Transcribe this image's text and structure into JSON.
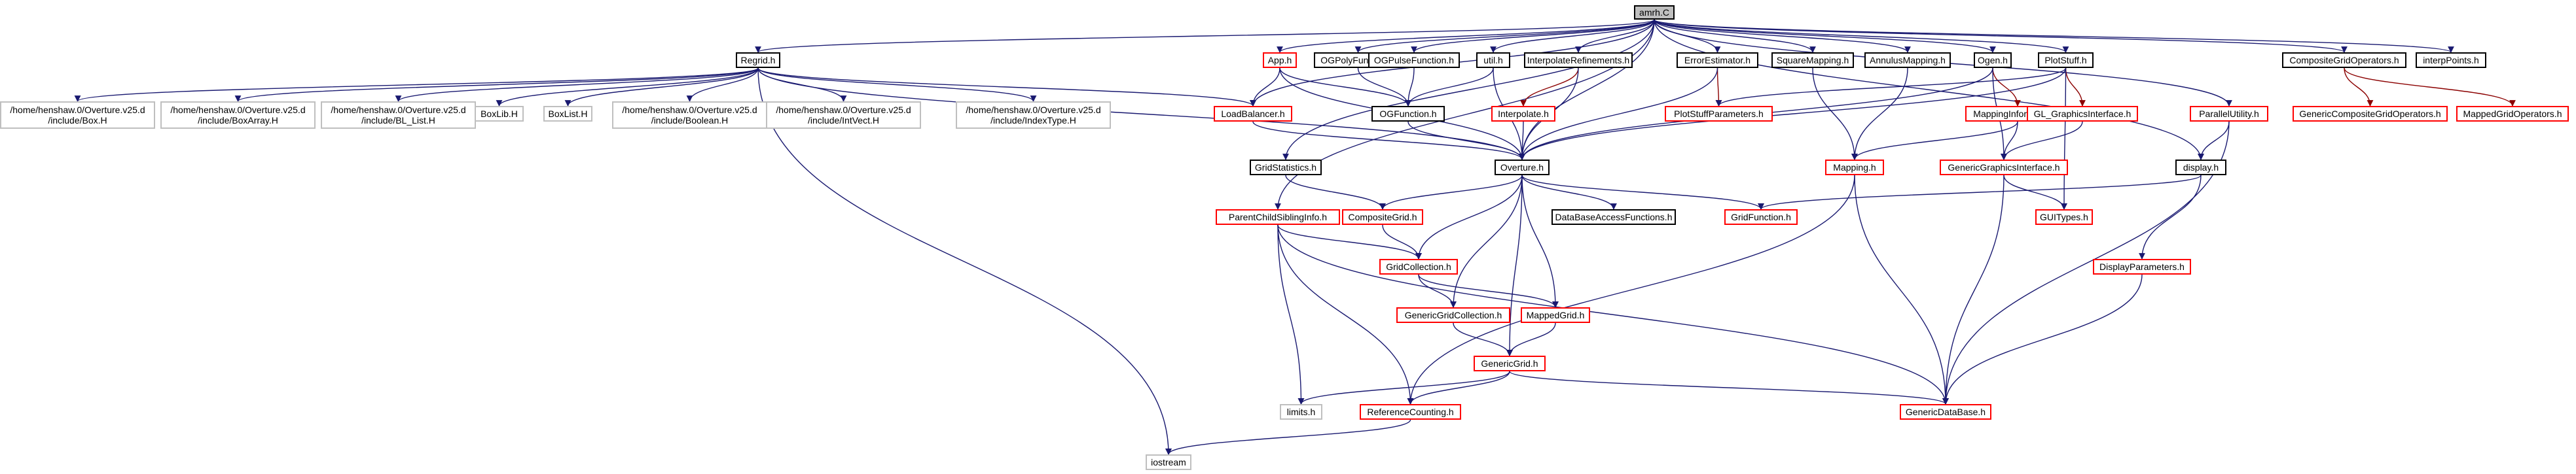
{
  "colors": {
    "edge": "#191970",
    "edge_red": "#8b0000",
    "border_red": "#ff0000",
    "border_gray": "#bfbfbf",
    "root_fill": "#bfbfbf"
  },
  "nodes": [
    {
      "id": "amrh",
      "label": "amrh.C",
      "style": "root"
    },
    {
      "id": "regrid",
      "label": "Regrid.h",
      "style": "black"
    },
    {
      "id": "app",
      "label": "App.h",
      "style": "red"
    },
    {
      "id": "ogpoly",
      "label": "OGPolyFunction.h",
      "style": "black"
    },
    {
      "id": "ogpulse",
      "label": "OGPulseFunction.h",
      "style": "black"
    },
    {
      "id": "util",
      "label": "util.h",
      "style": "black"
    },
    {
      "id": "interpref",
      "label": "InterpolateRefinements.h",
      "style": "black"
    },
    {
      "id": "errest",
      "label": "ErrorEstimator.h",
      "style": "black"
    },
    {
      "id": "squaremap",
      "label": "SquareMapping.h",
      "style": "black"
    },
    {
      "id": "annulus",
      "label": "AnnulusMapping.h",
      "style": "black"
    },
    {
      "id": "ogen",
      "label": "Ogen.h",
      "style": "black"
    },
    {
      "id": "plotstuff",
      "label": "PlotStuff.h",
      "style": "black"
    },
    {
      "id": "compgridops",
      "label": "CompositeGridOperators.h",
      "style": "black"
    },
    {
      "id": "interppoints",
      "label": "interpPoints.h",
      "style": "black"
    },
    {
      "id": "box",
      "label": "/home/henshaw.0/Overture.v25.d\n/include/Box.H",
      "style": "gray"
    },
    {
      "id": "boxarray",
      "label": "/home/henshaw.0/Overture.v25.d\n/include/BoxArray.H",
      "style": "gray"
    },
    {
      "id": "bllist",
      "label": "/home/henshaw.0/Overture.v25.d\n/include/BL_List.H",
      "style": "gray"
    },
    {
      "id": "boxlib",
      "label": "BoxLib.H",
      "style": "gray"
    },
    {
      "id": "boxlist",
      "label": "BoxList.H",
      "style": "gray"
    },
    {
      "id": "boolean",
      "label": "/home/henshaw.0/Overture.v25.d\n/include/Boolean.H",
      "style": "gray"
    },
    {
      "id": "intvect",
      "label": "/home/henshaw.0/Overture.v25.d\n/include/IntVect.H",
      "style": "gray"
    },
    {
      "id": "indextype",
      "label": "/home/henshaw.0/Overture.v25.d\n/include/IndexType.H",
      "style": "gray"
    },
    {
      "id": "loadbal",
      "label": "LoadBalancer.h",
      "style": "red"
    },
    {
      "id": "ogfunc",
      "label": "OGFunction.h",
      "style": "black"
    },
    {
      "id": "interpolate",
      "label": "Interpolate.h",
      "style": "red"
    },
    {
      "id": "plotparams",
      "label": "PlotStuffParameters.h",
      "style": "red"
    },
    {
      "id": "mapinfo",
      "label": "MappingInformation.h",
      "style": "red"
    },
    {
      "id": "glgi",
      "label": "GL_GraphicsInterface.h",
      "style": "red"
    },
    {
      "id": "parutil",
      "label": "ParallelUtility.h",
      "style": "red"
    },
    {
      "id": "gencompops",
      "label": "GenericCompositeGridOperators.h",
      "style": "red"
    },
    {
      "id": "mappedops",
      "label": "MappedGridOperators.h",
      "style": "red"
    },
    {
      "id": "overture",
      "label": "Overture.h",
      "style": "black"
    },
    {
      "id": "gridstats",
      "label": "GridStatistics.h",
      "style": "black"
    },
    {
      "id": "display",
      "label": "display.h",
      "style": "black"
    },
    {
      "id": "mapping",
      "label": "Mapping.h",
      "style": "red"
    },
    {
      "id": "gengi",
      "label": "GenericGraphicsInterface.h",
      "style": "red"
    },
    {
      "id": "pcsi",
      "label": "ParentChildSiblingInfo.h",
      "style": "red"
    },
    {
      "id": "compgrid",
      "label": "CompositeGrid.h",
      "style": "red"
    },
    {
      "id": "dbaccess",
      "label": "DataBaseAccessFunctions.h",
      "style": "black"
    },
    {
      "id": "gridfunc",
      "label": "GridFunction.h",
      "style": "red"
    },
    {
      "id": "guitypes",
      "label": "GUITypes.h",
      "style": "red"
    },
    {
      "id": "gridcoll",
      "label": "GridCollection.h",
      "style": "red"
    },
    {
      "id": "dispparams",
      "label": "DisplayParameters.h",
      "style": "red"
    },
    {
      "id": "gengridcoll",
      "label": "GenericGridCollection.h",
      "style": "red"
    },
    {
      "id": "mappedgrid",
      "label": "MappedGrid.h",
      "style": "red"
    },
    {
      "id": "gengrid",
      "label": "GenericGrid.h",
      "style": "red"
    },
    {
      "id": "limits",
      "label": "limits.h",
      "style": "gray"
    },
    {
      "id": "refcount",
      "label": "ReferenceCounting.h",
      "style": "red"
    },
    {
      "id": "gendb",
      "label": "GenericDataBase.h",
      "style": "red"
    },
    {
      "id": "iostream",
      "label": "iostream",
      "style": "gray"
    }
  ],
  "edges": [
    [
      "amrh",
      "regrid"
    ],
    [
      "amrh",
      "app"
    ],
    [
      "amrh",
      "ogpoly"
    ],
    [
      "amrh",
      "ogpulse"
    ],
    [
      "amrh",
      "util"
    ],
    [
      "amrh",
      "interpref"
    ],
    [
      "amrh",
      "errest"
    ],
    [
      "amrh",
      "squaremap"
    ],
    [
      "amrh",
      "annulus"
    ],
    [
      "amrh",
      "ogen"
    ],
    [
      "amrh",
      "plotstuff"
    ],
    [
      "amrh",
      "compgridops"
    ],
    [
      "amrh",
      "interppoints"
    ],
    [
      "amrh",
      "loadbal"
    ],
    [
      "amrh",
      "gridstats"
    ],
    [
      "amrh",
      "pcsi"
    ],
    [
      "amrh",
      "overture"
    ],
    [
      "amrh",
      "display"
    ],
    [
      "amrh",
      "parutil"
    ],
    [
      "regrid",
      "box"
    ],
    [
      "regrid",
      "boxarray"
    ],
    [
      "regrid",
      "bllist"
    ],
    [
      "regrid",
      "boxlib"
    ],
    [
      "regrid",
      "boxlist"
    ],
    [
      "regrid",
      "boolean"
    ],
    [
      "regrid",
      "intvect"
    ],
    [
      "regrid",
      "indextype"
    ],
    [
      "regrid",
      "loadbal"
    ],
    [
      "regrid",
      "overture"
    ],
    [
      "regrid",
      "iostream"
    ],
    [
      "app",
      "loadbal"
    ],
    [
      "app",
      "ogfunc"
    ],
    [
      "app",
      "overture"
    ],
    [
      "ogpoly",
      "ogfunc"
    ],
    [
      "ogpulse",
      "ogfunc"
    ],
    [
      "util",
      "ogfunc"
    ],
    [
      "util",
      "overture"
    ],
    [
      "interpref",
      "interpolate"
    ],
    [
      "interpref",
      "overture"
    ],
    [
      "errest",
      "plotparams"
    ],
    [
      "errest",
      "overture"
    ],
    [
      "squaremap",
      "mapping"
    ],
    [
      "annulus",
      "mapping"
    ],
    [
      "ogen",
      "overture"
    ],
    [
      "ogen",
      "mapinfo"
    ],
    [
      "ogen",
      "gengi"
    ],
    [
      "plotstuff",
      "plotparams"
    ],
    [
      "plotstuff",
      "glgi"
    ],
    [
      "plotstuff",
      "guitypes"
    ],
    [
      "plotstuff",
      "overture"
    ],
    [
      "compgridops",
      "gencompops"
    ],
    [
      "compgridops",
      "mappedops"
    ],
    [
      "loadbal",
      "overture"
    ],
    [
      "ogfunc",
      "overture"
    ],
    [
      "interpolate",
      "overture"
    ],
    [
      "mapinfo",
      "mapping"
    ],
    [
      "mapinfo",
      "gengi"
    ],
    [
      "glgi",
      "gengi"
    ],
    [
      "parutil",
      "display"
    ],
    [
      "parutil",
      "gendb"
    ],
    [
      "overture",
      "compgrid"
    ],
    [
      "overture",
      "dbaccess"
    ],
    [
      "overture",
      "gridfunc"
    ],
    [
      "overture",
      "gridcoll"
    ],
    [
      "overture",
      "gengridcoll"
    ],
    [
      "overture",
      "mappedgrid"
    ],
    [
      "overture",
      "gengrid"
    ],
    [
      "gridstats",
      "compgrid"
    ],
    [
      "display",
      "gridfunc"
    ],
    [
      "display",
      "dispparams"
    ],
    [
      "mapping",
      "gendb"
    ],
    [
      "mapping",
      "refcount"
    ],
    [
      "gengi",
      "guitypes"
    ],
    [
      "gengi",
      "gendb"
    ],
    [
      "pcsi",
      "gridcoll"
    ],
    [
      "pcsi",
      "limits"
    ],
    [
      "pcsi",
      "refcount"
    ],
    [
      "pcsi",
      "gendb"
    ],
    [
      "compgrid",
      "gridcoll"
    ],
    [
      "gridcoll",
      "gengridcoll"
    ],
    [
      "gridcoll",
      "mappedgrid"
    ],
    [
      "gengridcoll",
      "gengrid"
    ],
    [
      "mappedgrid",
      "gengrid"
    ],
    [
      "gengrid",
      "limits"
    ],
    [
      "gengrid",
      "refcount"
    ],
    [
      "gengrid",
      "gendb"
    ],
    [
      "dispparams",
      "gendb"
    ],
    [
      "refcount",
      "iostream"
    ]
  ],
  "red_edges": [
    [
      "plotstuff",
      "glgi"
    ],
    [
      "compgridops",
      "gencompops"
    ],
    [
      "compgridops",
      "mappedops"
    ],
    [
      "ogen",
      "mapinfo"
    ],
    [
      "interpref",
      "interpolate"
    ],
    [
      "errest",
      "plotparams"
    ]
  ]
}
